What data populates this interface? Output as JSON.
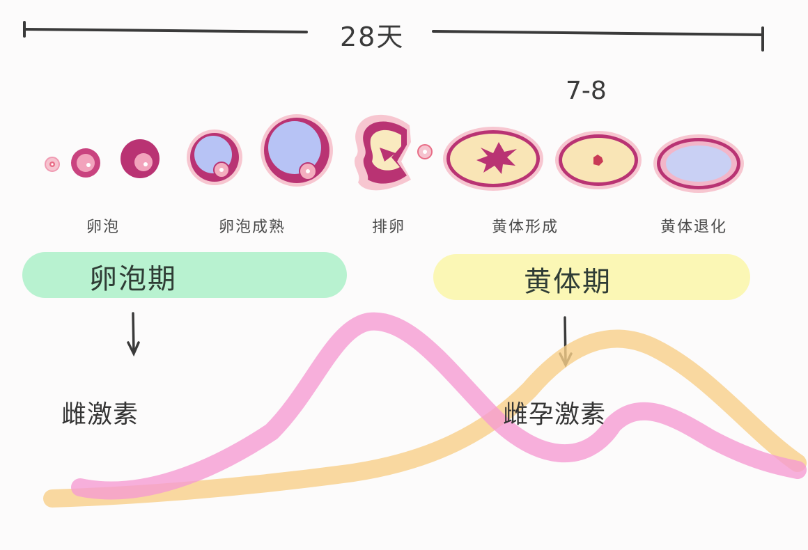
{
  "timeline": {
    "label": "28天"
  },
  "day_marker": {
    "label": "7-8"
  },
  "stages": [
    {
      "label": "卵泡"
    },
    {
      "label": "卵泡成熟"
    },
    {
      "label": "排卵"
    },
    {
      "label": "黄体形成"
    },
    {
      "label": "黄体退化"
    }
  ],
  "phases": {
    "follicular": {
      "label": "卵泡期",
      "color": "#b8f2d0"
    },
    "luteal": {
      "label": "黄体期",
      "color": "#fbf7b5"
    }
  },
  "hormones": {
    "estrogen": {
      "label": "雌激素",
      "color": "#f59ad2"
    },
    "progesterone": {
      "label": "雌孕激素",
      "color": "#f8cf8a"
    }
  },
  "icons": [
    "arrow-down-icon",
    "follicle-icon",
    "corpus-luteum-icon"
  ]
}
